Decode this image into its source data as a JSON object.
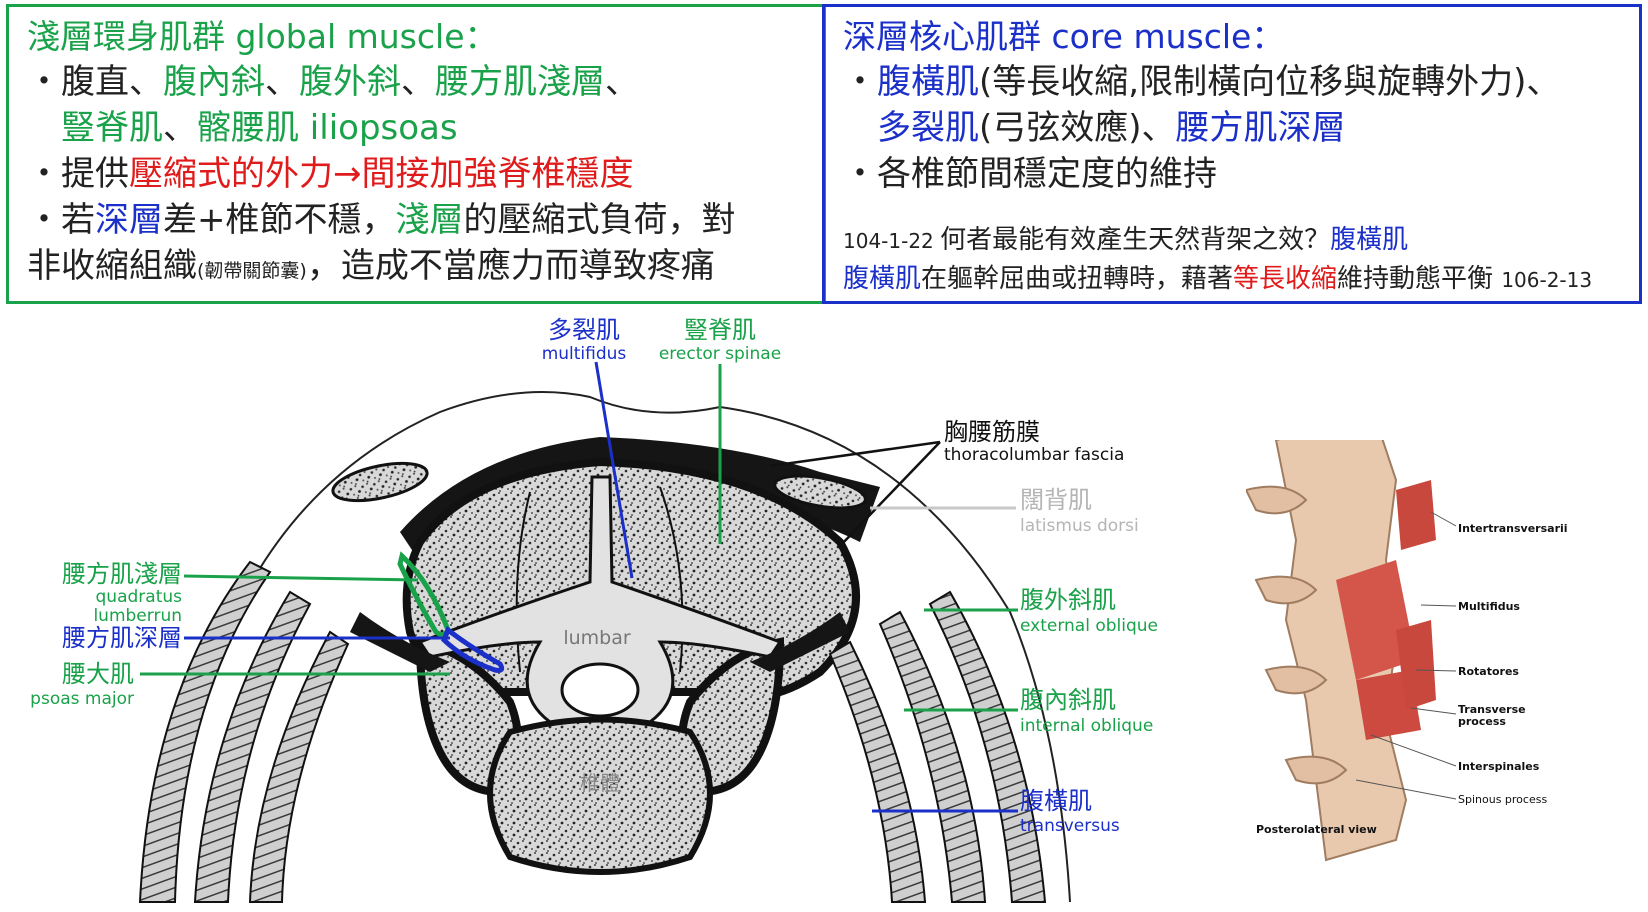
{
  "left_box": {
    "title_zh": "淺層環身肌群",
    "title_en": " global muscle：",
    "b1_bullet": "・",
    "b1_p1": "腹直、",
    "b1_p2": "腹內斜",
    "b1_p3": "、",
    "b1_p4": "腹外斜",
    "b1_p5": "、",
    "b1_p6": "腰方肌淺層",
    "b1_p7": "、",
    "b1_l2_p1": "豎脊肌",
    "b1_l2_p2": "、",
    "b1_l2_p3": "髂腰肌 iliopsoas",
    "b2_bullet": "・提供",
    "b2_red": "壓縮式的外力→間接加強脊椎穩度",
    "b3_p1": "・若",
    "b3_p2": "深層",
    "b3_p3": "差+椎節不穩，",
    "b3_p4": "淺層",
    "b3_p5": "的壓縮式負荷，對",
    "b3_l2_p1": "非收縮組織",
    "b3_l2_small": "(韌帶關節囊)",
    "b3_l2_p2": "，造成不當應力而導致疼痛"
  },
  "right_box": {
    "title_zh": "深層核心肌群",
    "title_en": " core muscle：",
    "b1_bullet": "・",
    "b1_p1": "腹橫肌",
    "b1_p2": "(等長收縮,限制橫向位移與旋轉外力)、",
    "b1_l2_p1": "多裂肌",
    "b1_l2_p2": "(弓弦效應)、",
    "b1_l2_p3": "腰方肌深層",
    "b2": "・各椎節間穩定度的維持",
    "q1_num": "104-1-22 ",
    "q1_text": "何者最能有效產生天然背架之效？",
    "q1_answer": "腹橫肌",
    "q2_p1": "腹橫肌",
    "q2_p2": "在軀幹屈曲或扭轉時，藉著",
    "q2_p3": "等長收縮",
    "q2_p4": "維持動態平衡 ",
    "q2_num": "106-2-13"
  },
  "diagram": {
    "multifidus_zh": "多裂肌",
    "multifidus_en": "multifidus",
    "erector_zh": "豎脊肌",
    "erector_en": "erector spinae",
    "fascia_zh": "胸腰筋膜",
    "fascia_en": "thoracolumbar fascia",
    "latissimus_zh": "闊背肌",
    "latissimus_en": "latismus dorsi",
    "ext_oblique_zh": "腹外斜肌",
    "ext_oblique_en": "external oblique",
    "int_oblique_zh": "腹內斜肌",
    "int_oblique_en": "internal oblique",
    "transversus_zh": "腹橫肌",
    "transversus_en": "transversus",
    "ql_superficial_zh": "腰方肌淺層",
    "ql_en_1": "quadratus",
    "ql_en_2": "lumberrun",
    "ql_deep_zh": "腰方肌深層",
    "psoas_zh": "腰大肌",
    "psoas_en": "psoas major",
    "lumbar": "lumbar",
    "vertebral_body": "椎體"
  },
  "spine_figure": {
    "labels": [
      "Intertransversarii",
      "Multifidus",
      "Rotatores",
      "Transverse",
      "process",
      "Interspinales",
      "Spinous process"
    ],
    "view": "Posterolateral view"
  },
  "colors": {
    "green": "#1aa24a",
    "blue": "#1b2fc9",
    "red": "#e01b1b",
    "grey": "#b5b5b5"
  }
}
